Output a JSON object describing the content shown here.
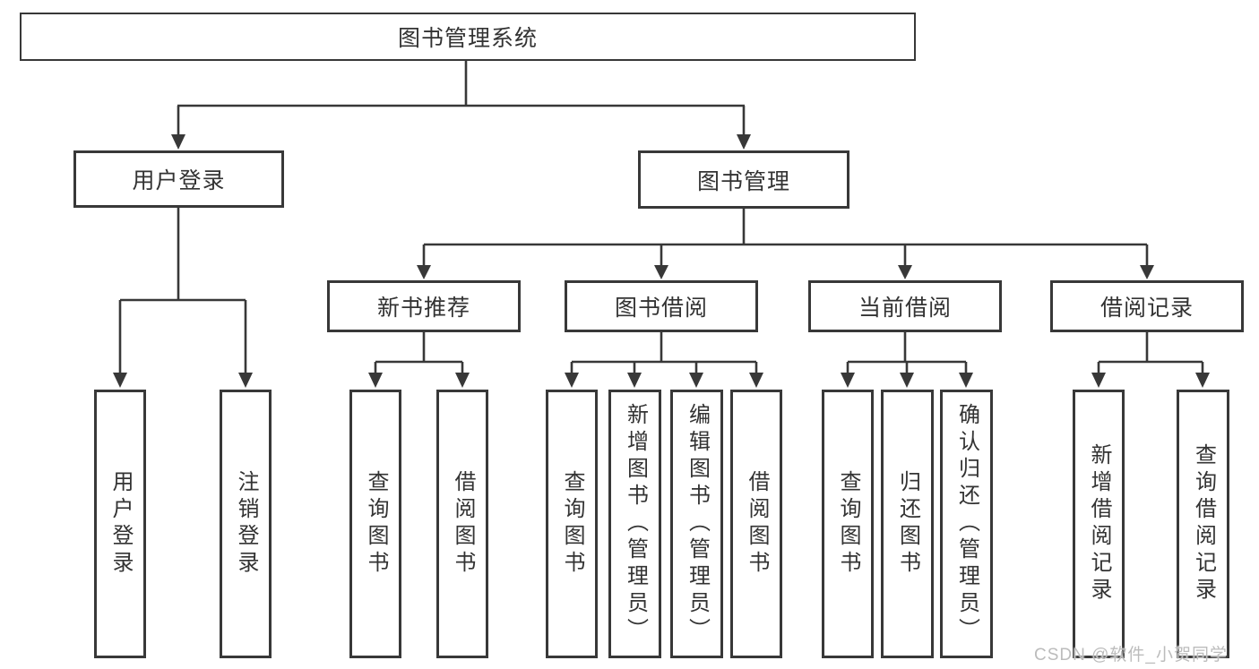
{
  "diagram": {
    "root": {
      "label": "图书管理系统"
    },
    "branches": [
      {
        "label": "用户登录",
        "children": [
          {
            "label": "用户登录"
          },
          {
            "label": "注销登录"
          }
        ]
      },
      {
        "label": "图书管理",
        "children": [
          {
            "label": "新书推荐",
            "children": [
              {
                "label": "查询图书"
              },
              {
                "label": "借阅图书"
              }
            ]
          },
          {
            "label": "图书借阅",
            "children": [
              {
                "label": "查询图书"
              },
              {
                "label": "新增图书（管理员）"
              },
              {
                "label": "编辑图书（管理员）"
              },
              {
                "label": "借阅图书"
              }
            ]
          },
          {
            "label": "当前借阅",
            "children": [
              {
                "label": "查询图书"
              },
              {
                "label": "归还图书"
              },
              {
                "label": "确认归还（管理员）"
              }
            ]
          },
          {
            "label": "借阅记录",
            "children": [
              {
                "label": "新增借阅记录"
              },
              {
                "label": "查询借阅记录"
              }
            ]
          }
        ]
      }
    ]
  },
  "watermark": {
    "text": "CSDN @软件_小贺同学"
  },
  "colors": {
    "line": "#383838",
    "text": "#333333",
    "background": "#ffffff",
    "watermark": "#bcbcbc"
  }
}
